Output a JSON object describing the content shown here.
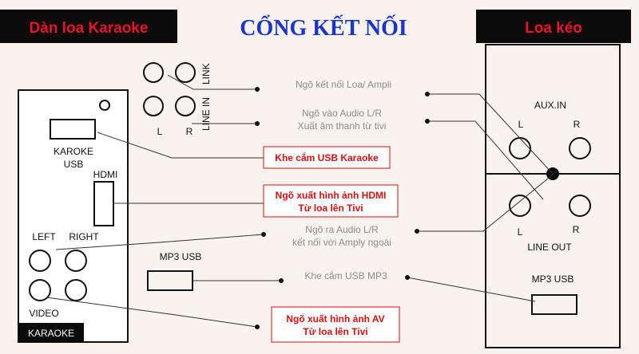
{
  "header": {
    "left_title": "Dàn loa Karaoke",
    "center_title": "CỔNG KẾT NỐI",
    "right_title": "Loa kéo"
  },
  "colors": {
    "background": "#f8f3ef",
    "title_bar": "#0b0b0b",
    "title_red": "#e8142c",
    "center_title": "#1c34c8",
    "label_gray": "#8c8c8c",
    "highlight_red": "#d01010"
  },
  "karaoke": {
    "usb_label_line1": "KAROKE",
    "usb_label_line2": "USB",
    "hdmi_label": "HDMI",
    "left_label": "LEFT",
    "right_label": "RIGHT",
    "video_label": "VIDEO",
    "brand_label": "KARAOKE"
  },
  "top_jacks": {
    "link_label": "LINK",
    "line_in_label": "LINE IN",
    "l_label": "L",
    "r_label": "R"
  },
  "mp3": {
    "left_label": "MP3 USB",
    "right_label": "MP3 USB"
  },
  "speaker": {
    "aux_in_label": "AUX.IN",
    "aux_l": "L",
    "aux_r": "R",
    "out_l": "L",
    "out_r": "R",
    "line_out_label": "LINE OUT"
  },
  "callouts": {
    "loa_ampli": "Ngõ kết nối Loa/ Ampli",
    "audio_in_line1": "Ngõ vào Audio L/R",
    "audio_in_line2": "Xuất âm thanh từ tivi",
    "usb_karaoke": "Khe cắm USB Karaoke",
    "hdmi_line1": "Ngõ xuất hình ảnh HDMI",
    "hdmi_line2": "Từ loa lên Tivi",
    "audio_out_line1": "Ngõ ra Audio L/R",
    "audio_out_line2": "kết nối với Amply ngoài",
    "usb_mp3": "Khe cắm USB MP3",
    "av_line1": "Ngõ xuất hình ảnh AV",
    "av_line2": "Từ loa lên Tivi"
  }
}
